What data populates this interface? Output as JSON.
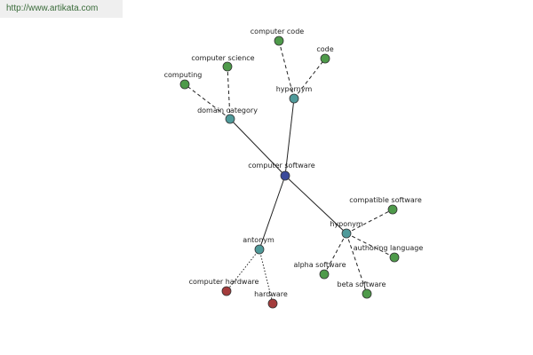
{
  "source_url": "http://www.artikata.com",
  "colors": {
    "center": "#3b4a9a",
    "relation": "#4f9a9a",
    "leaf": "#4e9a4a",
    "antonym_leaf": "#a43c3c"
  },
  "graph": {
    "nodes": [
      {
        "id": "center",
        "label": "computer software",
        "kind": "center"
      },
      {
        "id": "domain",
        "label": "domain category",
        "kind": "relation"
      },
      {
        "id": "hypernym",
        "label": "hypernym",
        "kind": "relation"
      },
      {
        "id": "hyponym",
        "label": "hyponym",
        "kind": "relation"
      },
      {
        "id": "antonym",
        "label": "antonym",
        "kind": "relation"
      },
      {
        "id": "computing",
        "label": "computing",
        "kind": "leaf"
      },
      {
        "id": "computer-science",
        "label": "computer science",
        "kind": "leaf"
      },
      {
        "id": "computer-code",
        "label": "computer code",
        "kind": "leaf"
      },
      {
        "id": "code",
        "label": "code",
        "kind": "leaf"
      },
      {
        "id": "compatible-software",
        "label": "compatible software",
        "kind": "leaf"
      },
      {
        "id": "authoring-language",
        "label": "authoring language",
        "kind": "leaf"
      },
      {
        "id": "alpha-software",
        "label": "alpha software",
        "kind": "leaf"
      },
      {
        "id": "beta-software",
        "label": "beta software",
        "kind": "leaf"
      },
      {
        "id": "computer-hardware",
        "label": "computer hardware",
        "kind": "antonym_leaf"
      },
      {
        "id": "hardware",
        "label": "hardware",
        "kind": "antonym_leaf"
      }
    ],
    "edges": [
      {
        "from": "center",
        "to": "domain",
        "style": "solid"
      },
      {
        "from": "center",
        "to": "hypernym",
        "style": "solid"
      },
      {
        "from": "center",
        "to": "hyponym",
        "style": "solid"
      },
      {
        "from": "center",
        "to": "antonym",
        "style": "solid"
      },
      {
        "from": "domain",
        "to": "computing",
        "style": "dashed"
      },
      {
        "from": "domain",
        "to": "computer-science",
        "style": "dashed"
      },
      {
        "from": "hypernym",
        "to": "computer-code",
        "style": "dashed"
      },
      {
        "from": "hypernym",
        "to": "code",
        "style": "dashed"
      },
      {
        "from": "hyponym",
        "to": "compatible-software",
        "style": "dashed"
      },
      {
        "from": "hyponym",
        "to": "authoring-language",
        "style": "dashed"
      },
      {
        "from": "hyponym",
        "to": "alpha-software",
        "style": "dashed"
      },
      {
        "from": "hyponym",
        "to": "beta-software",
        "style": "dashed"
      },
      {
        "from": "antonym",
        "to": "computer-hardware",
        "style": "dotted"
      },
      {
        "from": "antonym",
        "to": "hardware",
        "style": "dotted"
      }
    ]
  }
}
